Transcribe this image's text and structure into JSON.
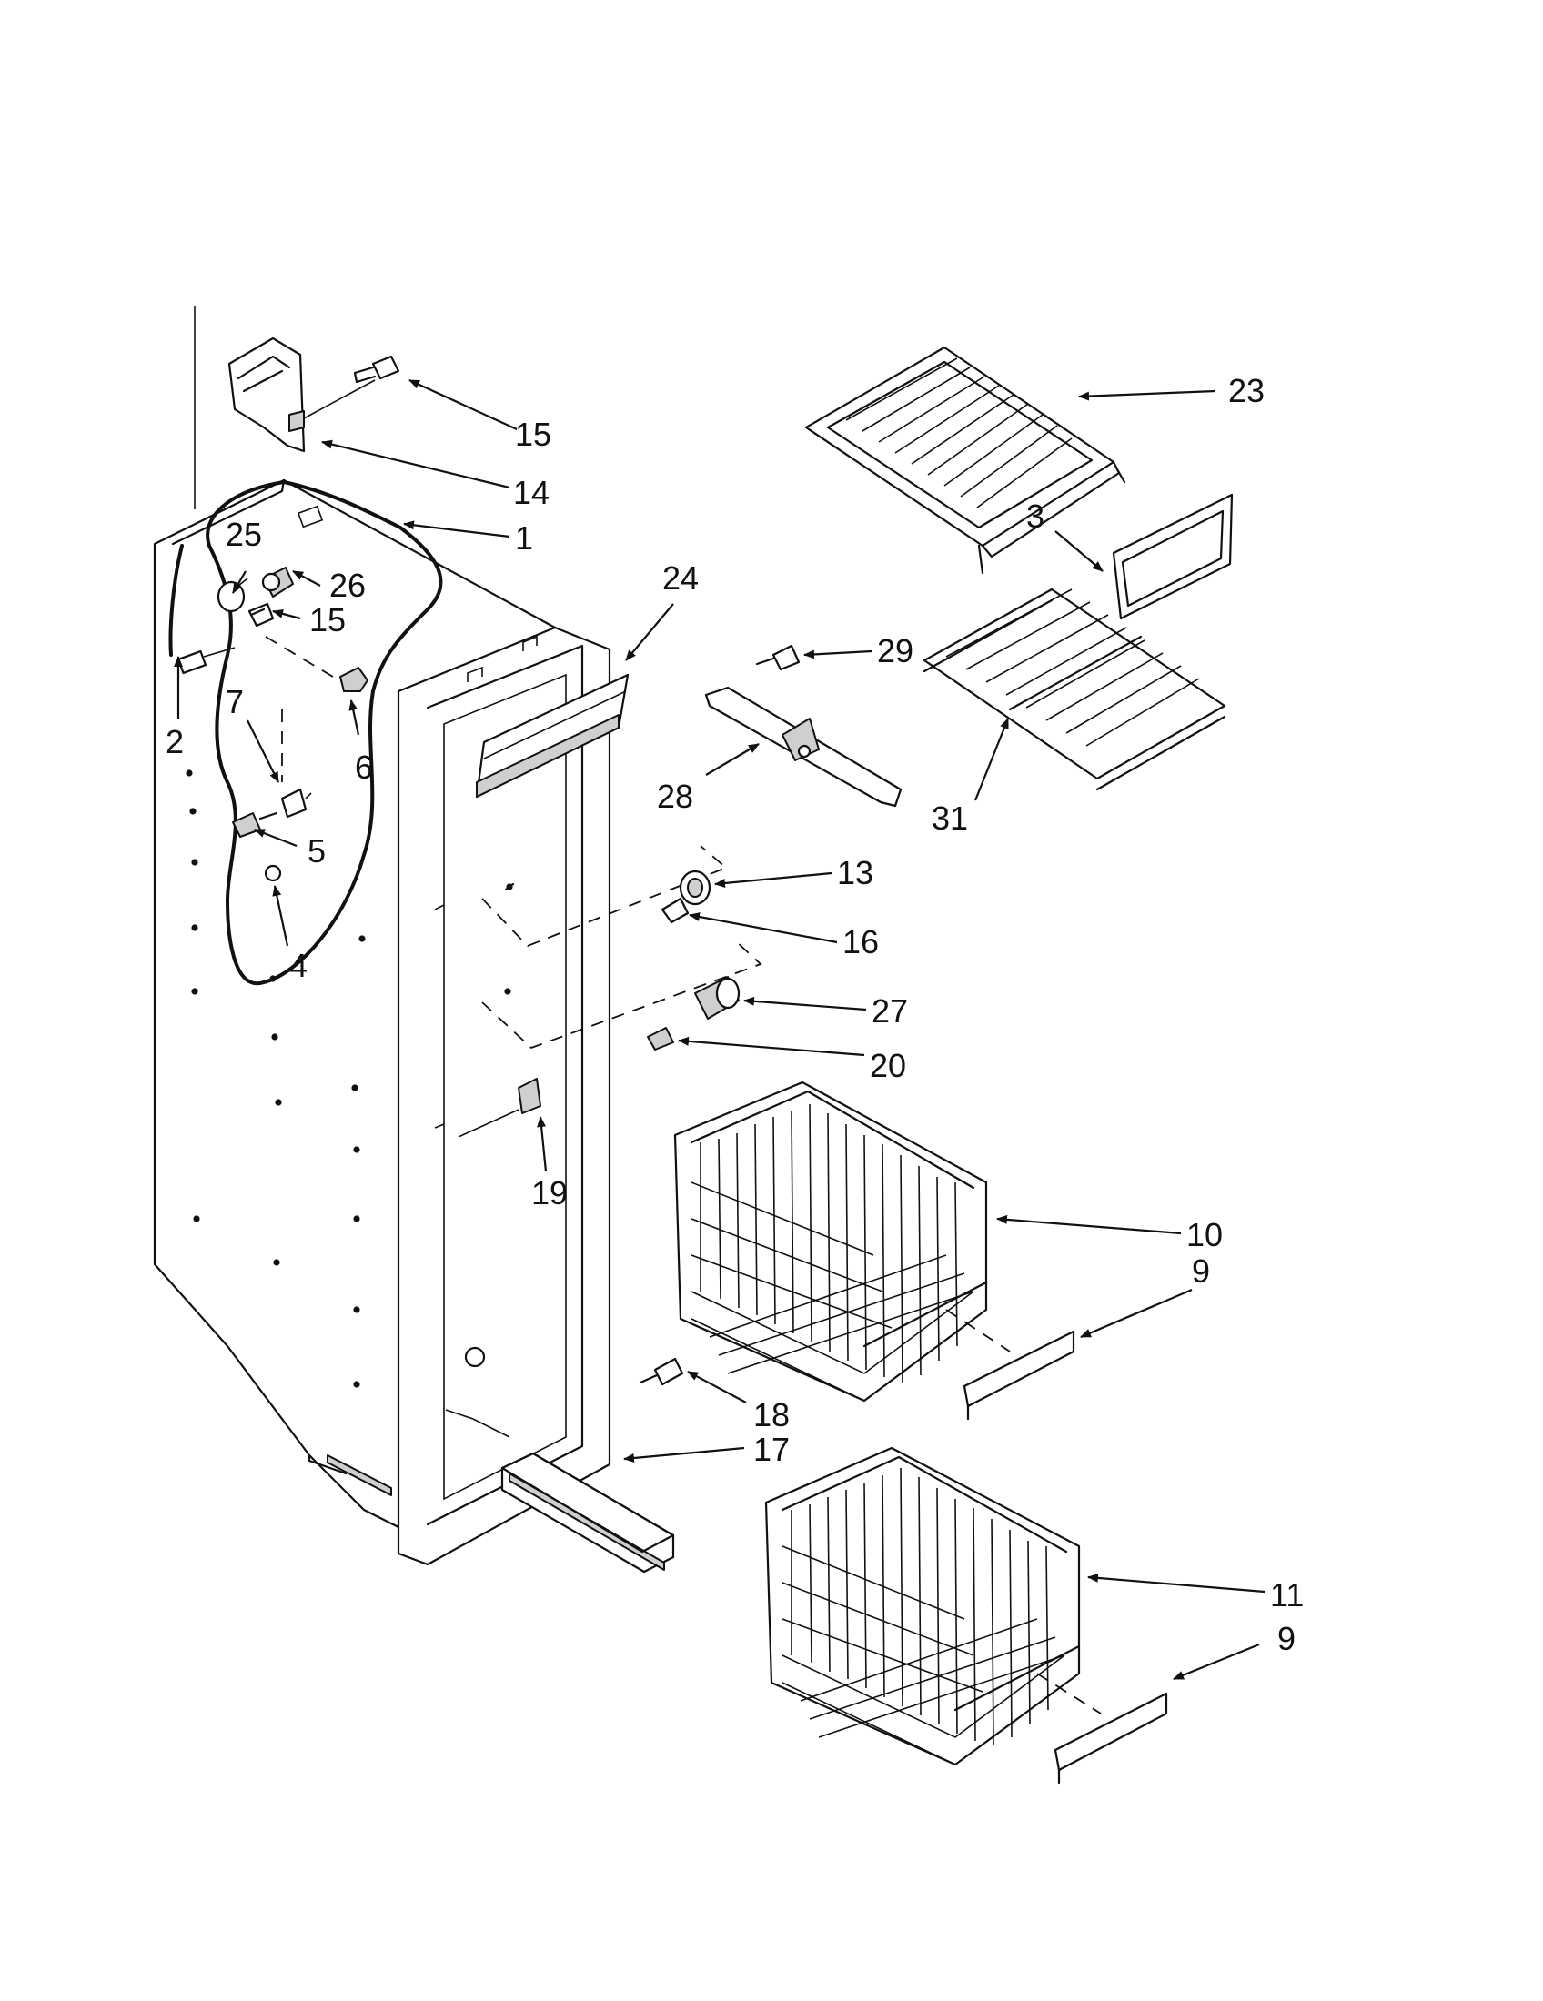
{
  "diagram": {
    "callouts": [
      {
        "id": "c1",
        "label": "1"
      },
      {
        "id": "c2",
        "label": "2"
      },
      {
        "id": "c3",
        "label": "3"
      },
      {
        "id": "c4",
        "label": "4"
      },
      {
        "id": "c5",
        "label": "5"
      },
      {
        "id": "c6",
        "label": "6"
      },
      {
        "id": "c7",
        "label": "7"
      },
      {
        "id": "c9a",
        "label": "9"
      },
      {
        "id": "c9b",
        "label": "9"
      },
      {
        "id": "c10",
        "label": "10"
      },
      {
        "id": "c11",
        "label": "11"
      },
      {
        "id": "c13",
        "label": "13"
      },
      {
        "id": "c14",
        "label": "14"
      },
      {
        "id": "c15a",
        "label": "15"
      },
      {
        "id": "c15b",
        "label": "15"
      },
      {
        "id": "c16",
        "label": "16"
      },
      {
        "id": "c17",
        "label": "17"
      },
      {
        "id": "c18",
        "label": "18"
      },
      {
        "id": "c19",
        "label": "19"
      },
      {
        "id": "c20",
        "label": "20"
      },
      {
        "id": "c23",
        "label": "23"
      },
      {
        "id": "c24",
        "label": "24"
      },
      {
        "id": "c25",
        "label": "25"
      },
      {
        "id": "c26",
        "label": "26"
      },
      {
        "id": "c27",
        "label": "27"
      },
      {
        "id": "c28",
        "label": "28"
      },
      {
        "id": "c29",
        "label": "29"
      },
      {
        "id": "c31",
        "label": "31"
      }
    ]
  }
}
